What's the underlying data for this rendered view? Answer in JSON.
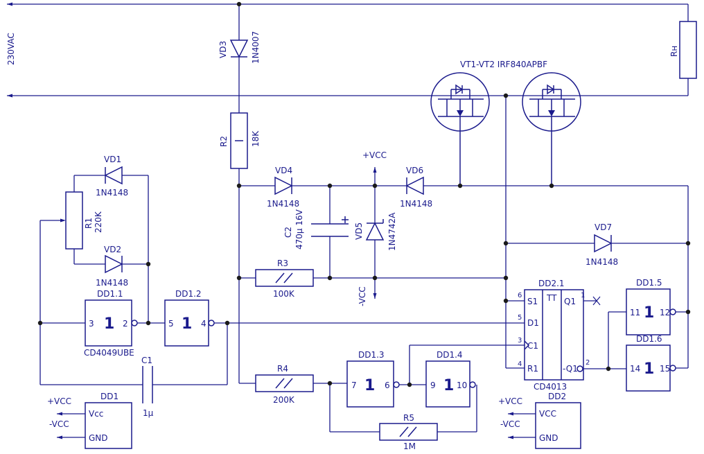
{
  "labels": {
    "ac": "230VAC",
    "rh": "Rн",
    "vt": "VT1-VT2 IRF840APBF",
    "vd1": "VD1",
    "vd1_val": "1N4148",
    "vd2": "VD2",
    "vd2_val": "1N4148",
    "vd3": "VD3",
    "vd3_val": "1N4007",
    "vd4": "VD4",
    "vd4_val": "1N4148",
    "vd5": "VD5",
    "vd5_val": "1N4742A",
    "vd6": "VD6",
    "vd6_val": "1N4148",
    "vd7": "VD7",
    "vd7_val": "1N4148",
    "r1": "R1",
    "r1_val": "220K",
    "r2": "R2",
    "r2_val": "18K",
    "r3": "R3",
    "r3_val": "100K",
    "r4": "R4",
    "r4_val": "200K",
    "r5": "R5",
    "r5_val": "1M",
    "c1": "C1",
    "c1_val": "1μ",
    "c2": "C2",
    "c2_val": "470μ 16V",
    "vcc_pos": "+VCC",
    "vcc_neg": "-VCC",
    "dd11": "DD1.1",
    "dd11_part": "CD4049UBE",
    "dd12": "DD1.2",
    "dd13": "DD1.3",
    "dd14": "DD1.4",
    "dd15": "DD1.5",
    "dd16": "DD1.6",
    "dd21": "DD2.1",
    "dd21_part": "CD4013",
    "tt": "TT",
    "dd1": "DD1",
    "dd2": "DD2",
    "one": "1",
    "vcc_pin": "Vcc",
    "vcc_pin2": "VCC",
    "gnd_pin": "GND",
    "p1": "1",
    "p2": "2",
    "p3": "3",
    "p4": "4",
    "p5": "5",
    "p6": "6",
    "p7": "7",
    "p9": "9",
    "p10": "10",
    "p11": "11",
    "p12": "12",
    "p14": "14",
    "p15": "15",
    "ff_s": "S1",
    "ff_d": "D1",
    "ff_c": "C1",
    "ff_r": "R1",
    "ff_q": "Q1",
    "ff_nq": "-Q1"
  }
}
